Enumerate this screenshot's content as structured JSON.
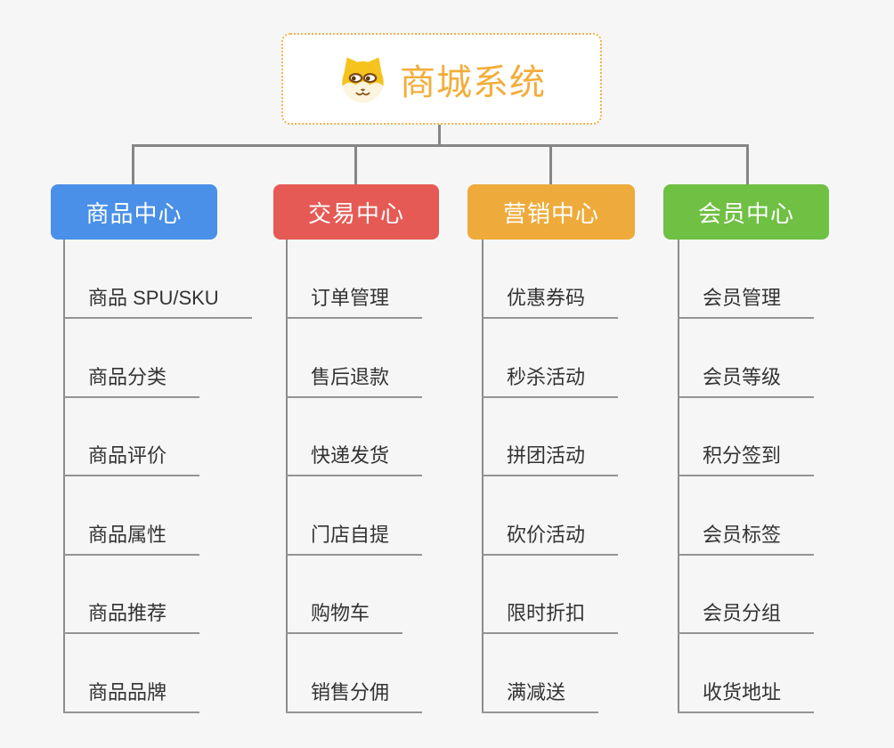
{
  "root": {
    "title": "商城系统",
    "icon": "dog-face-icon"
  },
  "branches": [
    {
      "label": "商品中心",
      "color": "#4a90e8",
      "items": [
        "商品 SPU/SKU",
        "商品分类",
        "商品评价",
        "商品属性",
        "商品推荐",
        "商品品牌"
      ]
    },
    {
      "label": "交易中心",
      "color": "#e55a55",
      "items": [
        "订单管理",
        "售后退款",
        "快递发货",
        "门店自提",
        "购物车",
        "销售分佣"
      ]
    },
    {
      "label": "营销中心",
      "color": "#eeab3c",
      "items": [
        "优惠券码",
        "秒杀活动",
        "拼团活动",
        "砍价活动",
        "限时折扣",
        "满减送"
      ]
    },
    {
      "label": "会员中心",
      "color": "#6fc043",
      "items": [
        "会员管理",
        "会员等级",
        "积分签到",
        "会员标签",
        "会员分组",
        "收货地址"
      ]
    }
  ],
  "colors": {
    "background": "#f5f6f5",
    "connector": "#868686",
    "item_underline": "#949494",
    "item_text": "#333333",
    "root_border": "#f3b24a",
    "root_title": "#f3ad3c"
  }
}
